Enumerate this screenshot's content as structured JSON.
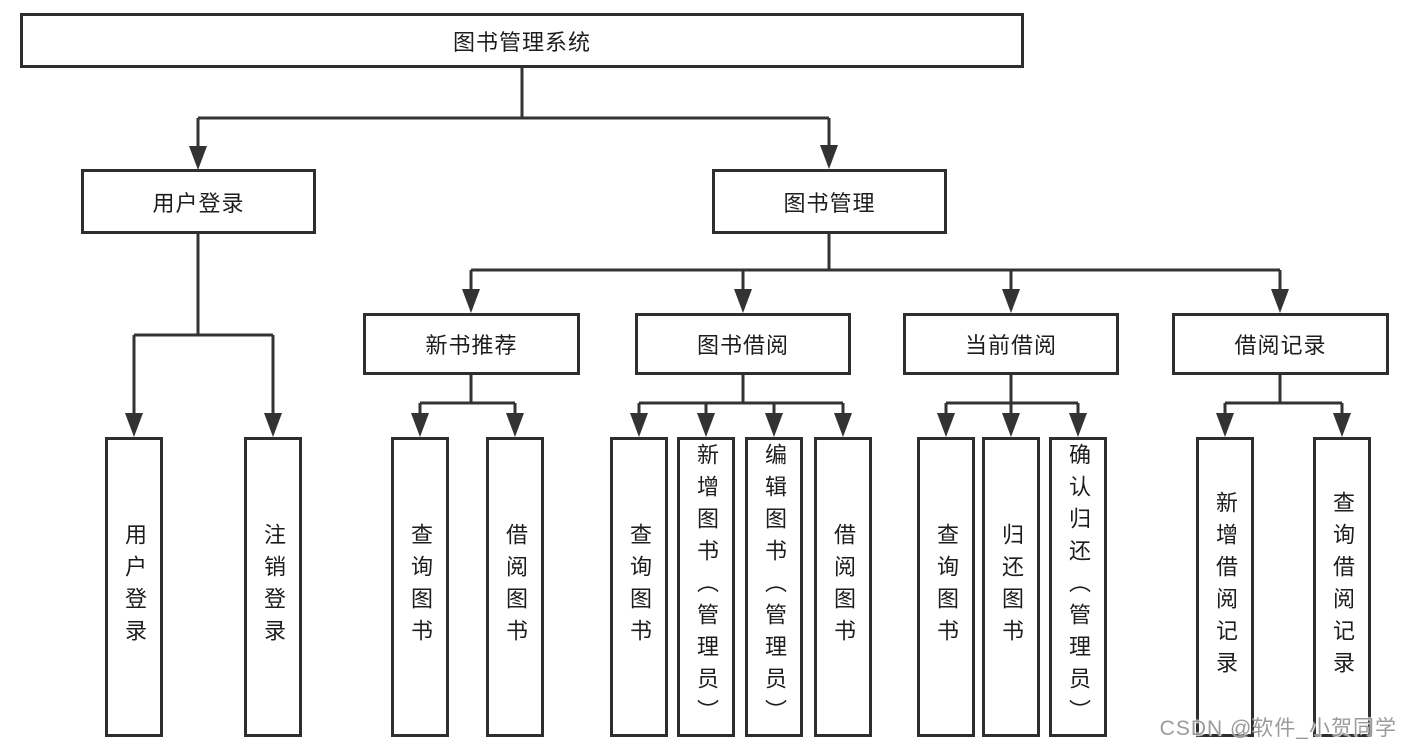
{
  "diagram": {
    "type": "hierarchy",
    "root": {
      "label": "图书管理系统",
      "children": [
        {
          "label": "用户登录",
          "children": [
            {
              "label": "用户登录"
            },
            {
              "label": "注销登录"
            }
          ]
        },
        {
          "label": "图书管理",
          "children": [
            {
              "label": "新书推荐",
              "children": [
                {
                  "label": "查询图书"
                },
                {
                  "label": "借阅图书"
                }
              ]
            },
            {
              "label": "图书借阅",
              "children": [
                {
                  "label": "查询图书"
                },
                {
                  "label": "新增图书（管理员）"
                },
                {
                  "label": "编辑图书（管理员）"
                },
                {
                  "label": "借阅图书"
                }
              ]
            },
            {
              "label": "当前借阅",
              "children": [
                {
                  "label": "查询图书"
                },
                {
                  "label": "归还图书"
                },
                {
                  "label": "确认归还（管理员）"
                }
              ]
            },
            {
              "label": "借阅记录",
              "children": [
                {
                  "label": "新增借阅记录"
                },
                {
                  "label": "查询借阅记录"
                }
              ]
            }
          ]
        }
      ]
    },
    "colors": {
      "line": "#333333",
      "box_border": "#2e2e2e",
      "text": "#1d1d1d",
      "background": "#ffffff",
      "watermark": "#969696"
    },
    "watermark": {
      "text": "CSDN @软件_小贺同学"
    }
  }
}
